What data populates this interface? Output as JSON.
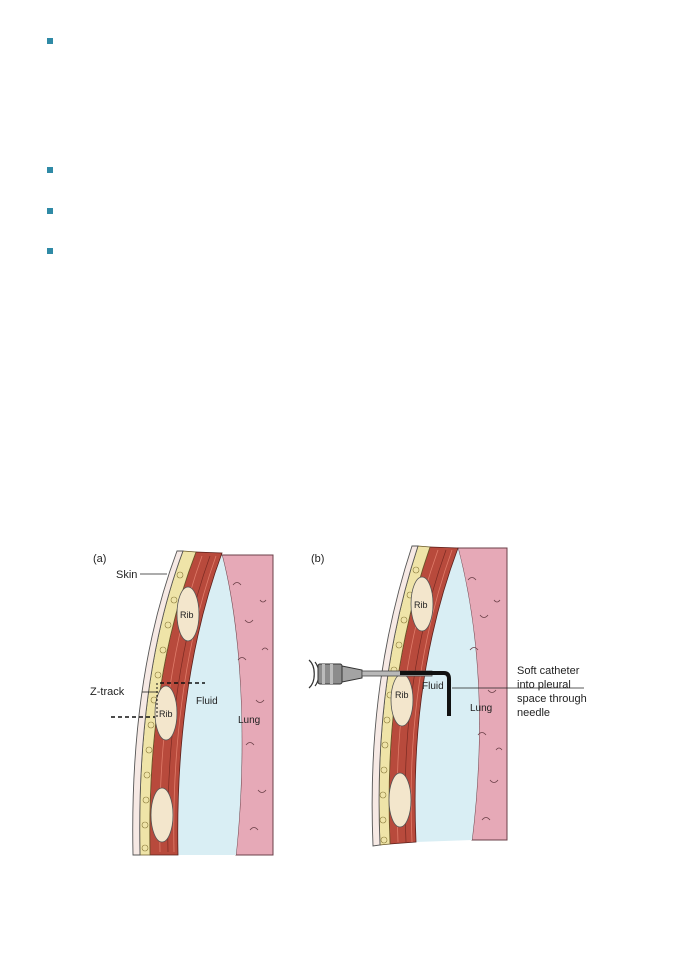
{
  "bullets": [
    "",
    "",
    "",
    ""
  ],
  "figure": {
    "panel_a": {
      "label": "(a)",
      "skin": "Skin",
      "rib_top": "Rib",
      "rib_mid": "Rib",
      "z_track": "Z-track",
      "fluid": "Fluid",
      "lung": "Lung"
    },
    "panel_b": {
      "label": "(b)",
      "rib_top": "Rib",
      "rib_mid": "Rib",
      "fluid": "Fluid",
      "lung": "Lung",
      "catheter_line1": "Soft catheter",
      "catheter_line2": "into pleural",
      "catheter_line3": "space through",
      "catheter_line4": "needle"
    }
  },
  "colors": {
    "bullet": "#2f8aa6",
    "lung": "#e6a9b7",
    "fluid": "#d9eef4",
    "muscle": "#b84a3c",
    "fat": "#efe4a8",
    "bone": "#f3e6cc"
  }
}
